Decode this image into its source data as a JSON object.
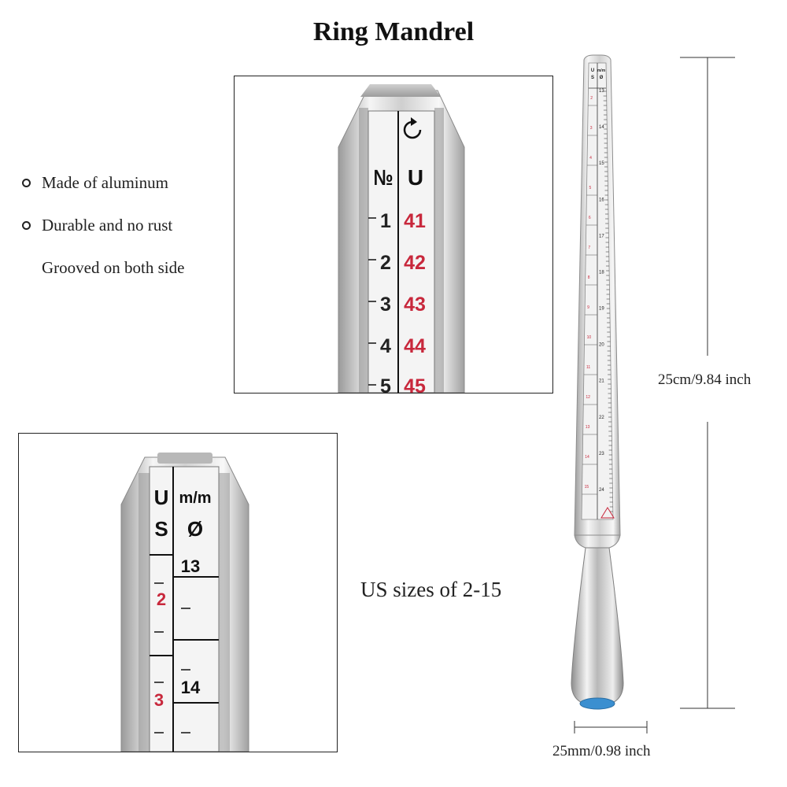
{
  "title": "Ring Mandrel",
  "features": [
    {
      "text": "Made of aluminum",
      "bullet": true
    },
    {
      "text": "Durable and no rust",
      "bullet": true
    },
    {
      "text": "Grooved on both side",
      "bullet": false
    }
  ],
  "sizes_note": "US sizes of 2-15",
  "dimensions": {
    "length": "25cm/9.84 inch",
    "diameter": "25mm/0.98 inch"
  },
  "top_closeup": {
    "col_left_header": "№",
    "col_right_header": "U",
    "rows": [
      {
        "num": "1",
        "size": "41"
      },
      {
        "num": "2",
        "size": "42"
      },
      {
        "num": "3",
        "size": "43"
      },
      {
        "num": "4",
        "size": "44"
      },
      {
        "num": "5",
        "size": "45"
      }
    ]
  },
  "bottom_closeup": {
    "col_left_header_1": "U",
    "col_left_header_2": "S",
    "col_right_header_1": "m/m",
    "col_right_header_2": "Ø",
    "mm_labels": [
      "13",
      "14"
    ],
    "us_labels": [
      "2",
      "3"
    ]
  },
  "mandrel_scale": {
    "head_left_1": "U",
    "head_left_2": "S",
    "head_right_1": "m/m",
    "head_right_2": "Ø",
    "us_marks": [
      "2",
      "3",
      "4",
      "5",
      "6",
      "7",
      "8",
      "9",
      "10",
      "11",
      "12",
      "13",
      "14",
      "15"
    ],
    "mm_marks": [
      "13",
      "14",
      "15",
      "16",
      "17",
      "18",
      "19",
      "20",
      "21",
      "22",
      "23",
      "24"
    ]
  },
  "colors": {
    "red_numbers": "#c8283c",
    "metal_light": "#f2f2f2",
    "metal_dark": "#a9a9a9",
    "cap_blue": "#3b8fd0"
  }
}
